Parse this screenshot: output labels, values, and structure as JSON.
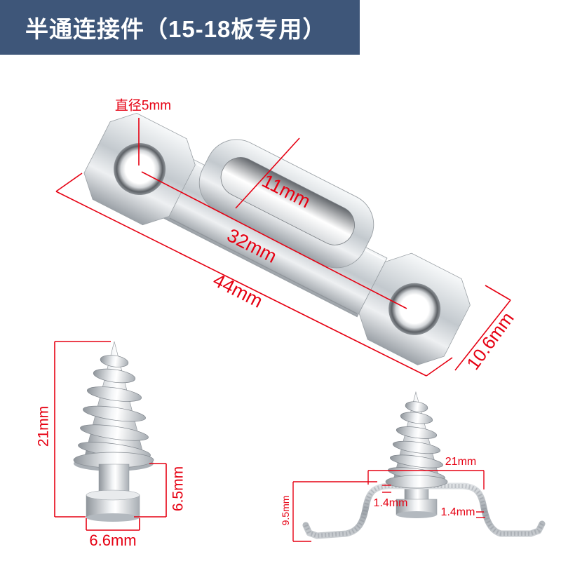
{
  "banner": {
    "title": "半通连接件（15-18板专用）",
    "bg_color": "#3e5679",
    "text_color": "#ffffff"
  },
  "colors": {
    "dimension_red": "#e60012",
    "metal_light": "#f2f4f6",
    "metal_dark": "#9aa0a6",
    "background": "#ffffff"
  },
  "bracket_view": {
    "hole_diameter_label": "直径5mm",
    "slot_length_label": "11mm",
    "hole_spacing_label": "32mm",
    "overall_length_label": "44mm",
    "width_label": "10.6mm"
  },
  "screw_view": {
    "total_height_label": "21mm",
    "collar_height_label": "6.5mm",
    "base_diameter_label": "6.6mm"
  },
  "assembly_view": {
    "top_span_label": "21mm",
    "thickness_left_label": "1.4mm",
    "thickness_right_label": "1.4mm",
    "leg_height_label": "9.5mm"
  }
}
